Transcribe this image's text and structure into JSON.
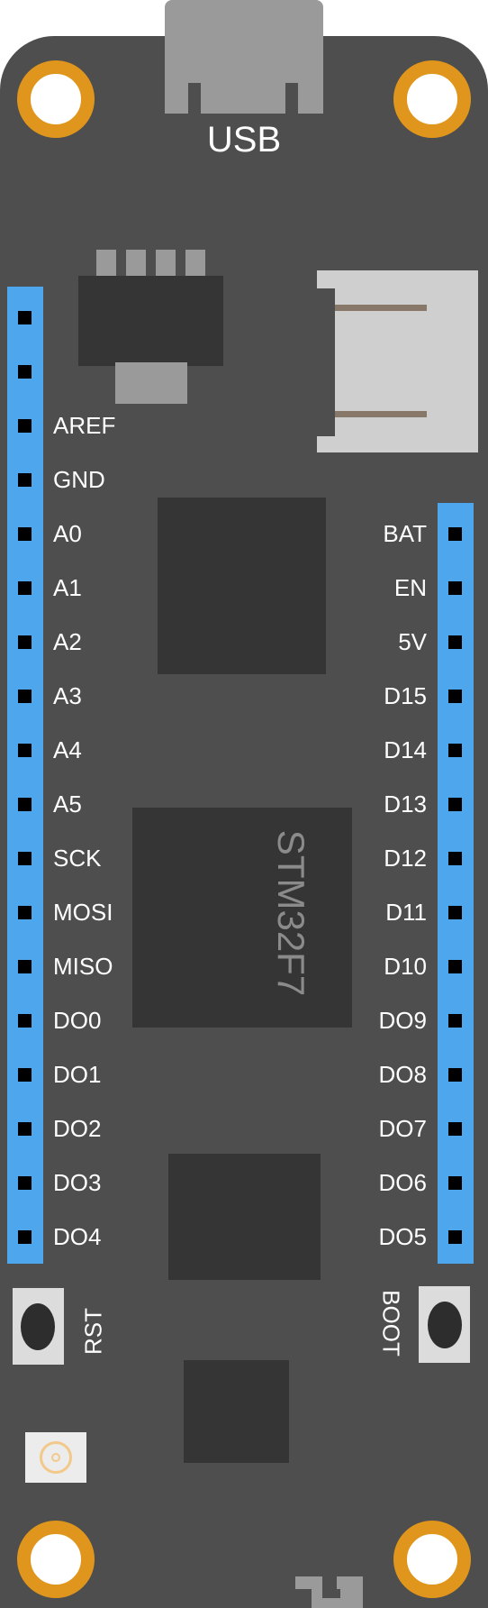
{
  "board": {
    "usb_label": "USB",
    "chip_label": "STM32F7",
    "left_pins": [
      "",
      "",
      "AREF",
      "GND",
      "A0",
      "A1",
      "A2",
      "A3",
      "A4",
      "A5",
      "SCK",
      "MOSI",
      "MISO",
      "DO0",
      "DO1",
      "DO2",
      "DO3",
      "DO4"
    ],
    "right_pins": [
      "BAT",
      "EN",
      "5V",
      "D15",
      "D14",
      "D13",
      "D12",
      "D11",
      "D10",
      "DO9",
      "DO8",
      "DO7",
      "DO6",
      "DO5"
    ],
    "rst_label": "RST",
    "boot_label": "BOOT"
  },
  "colors": {
    "pcb": "#4e4e4e",
    "header": "#4ea6ed",
    "mount_ring": "#e0961c",
    "chip": "#353535",
    "connector": "#9a9a9a"
  },
  "icons": {
    "antenna": "antenna-icon",
    "logo": "logo-icon"
  }
}
